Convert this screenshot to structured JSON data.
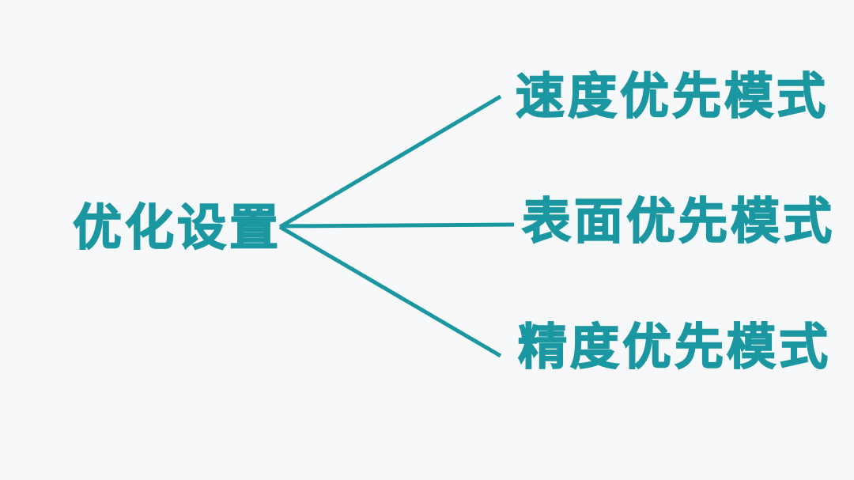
{
  "diagram": {
    "root_label": "优化设置",
    "branches": [
      {
        "label": "速度优先模式"
      },
      {
        "label": "表面优先模式"
      },
      {
        "label": "精度优先模式"
      }
    ]
  },
  "colors": {
    "accent": "#1b97a1",
    "background": "#f7f8f9"
  }
}
